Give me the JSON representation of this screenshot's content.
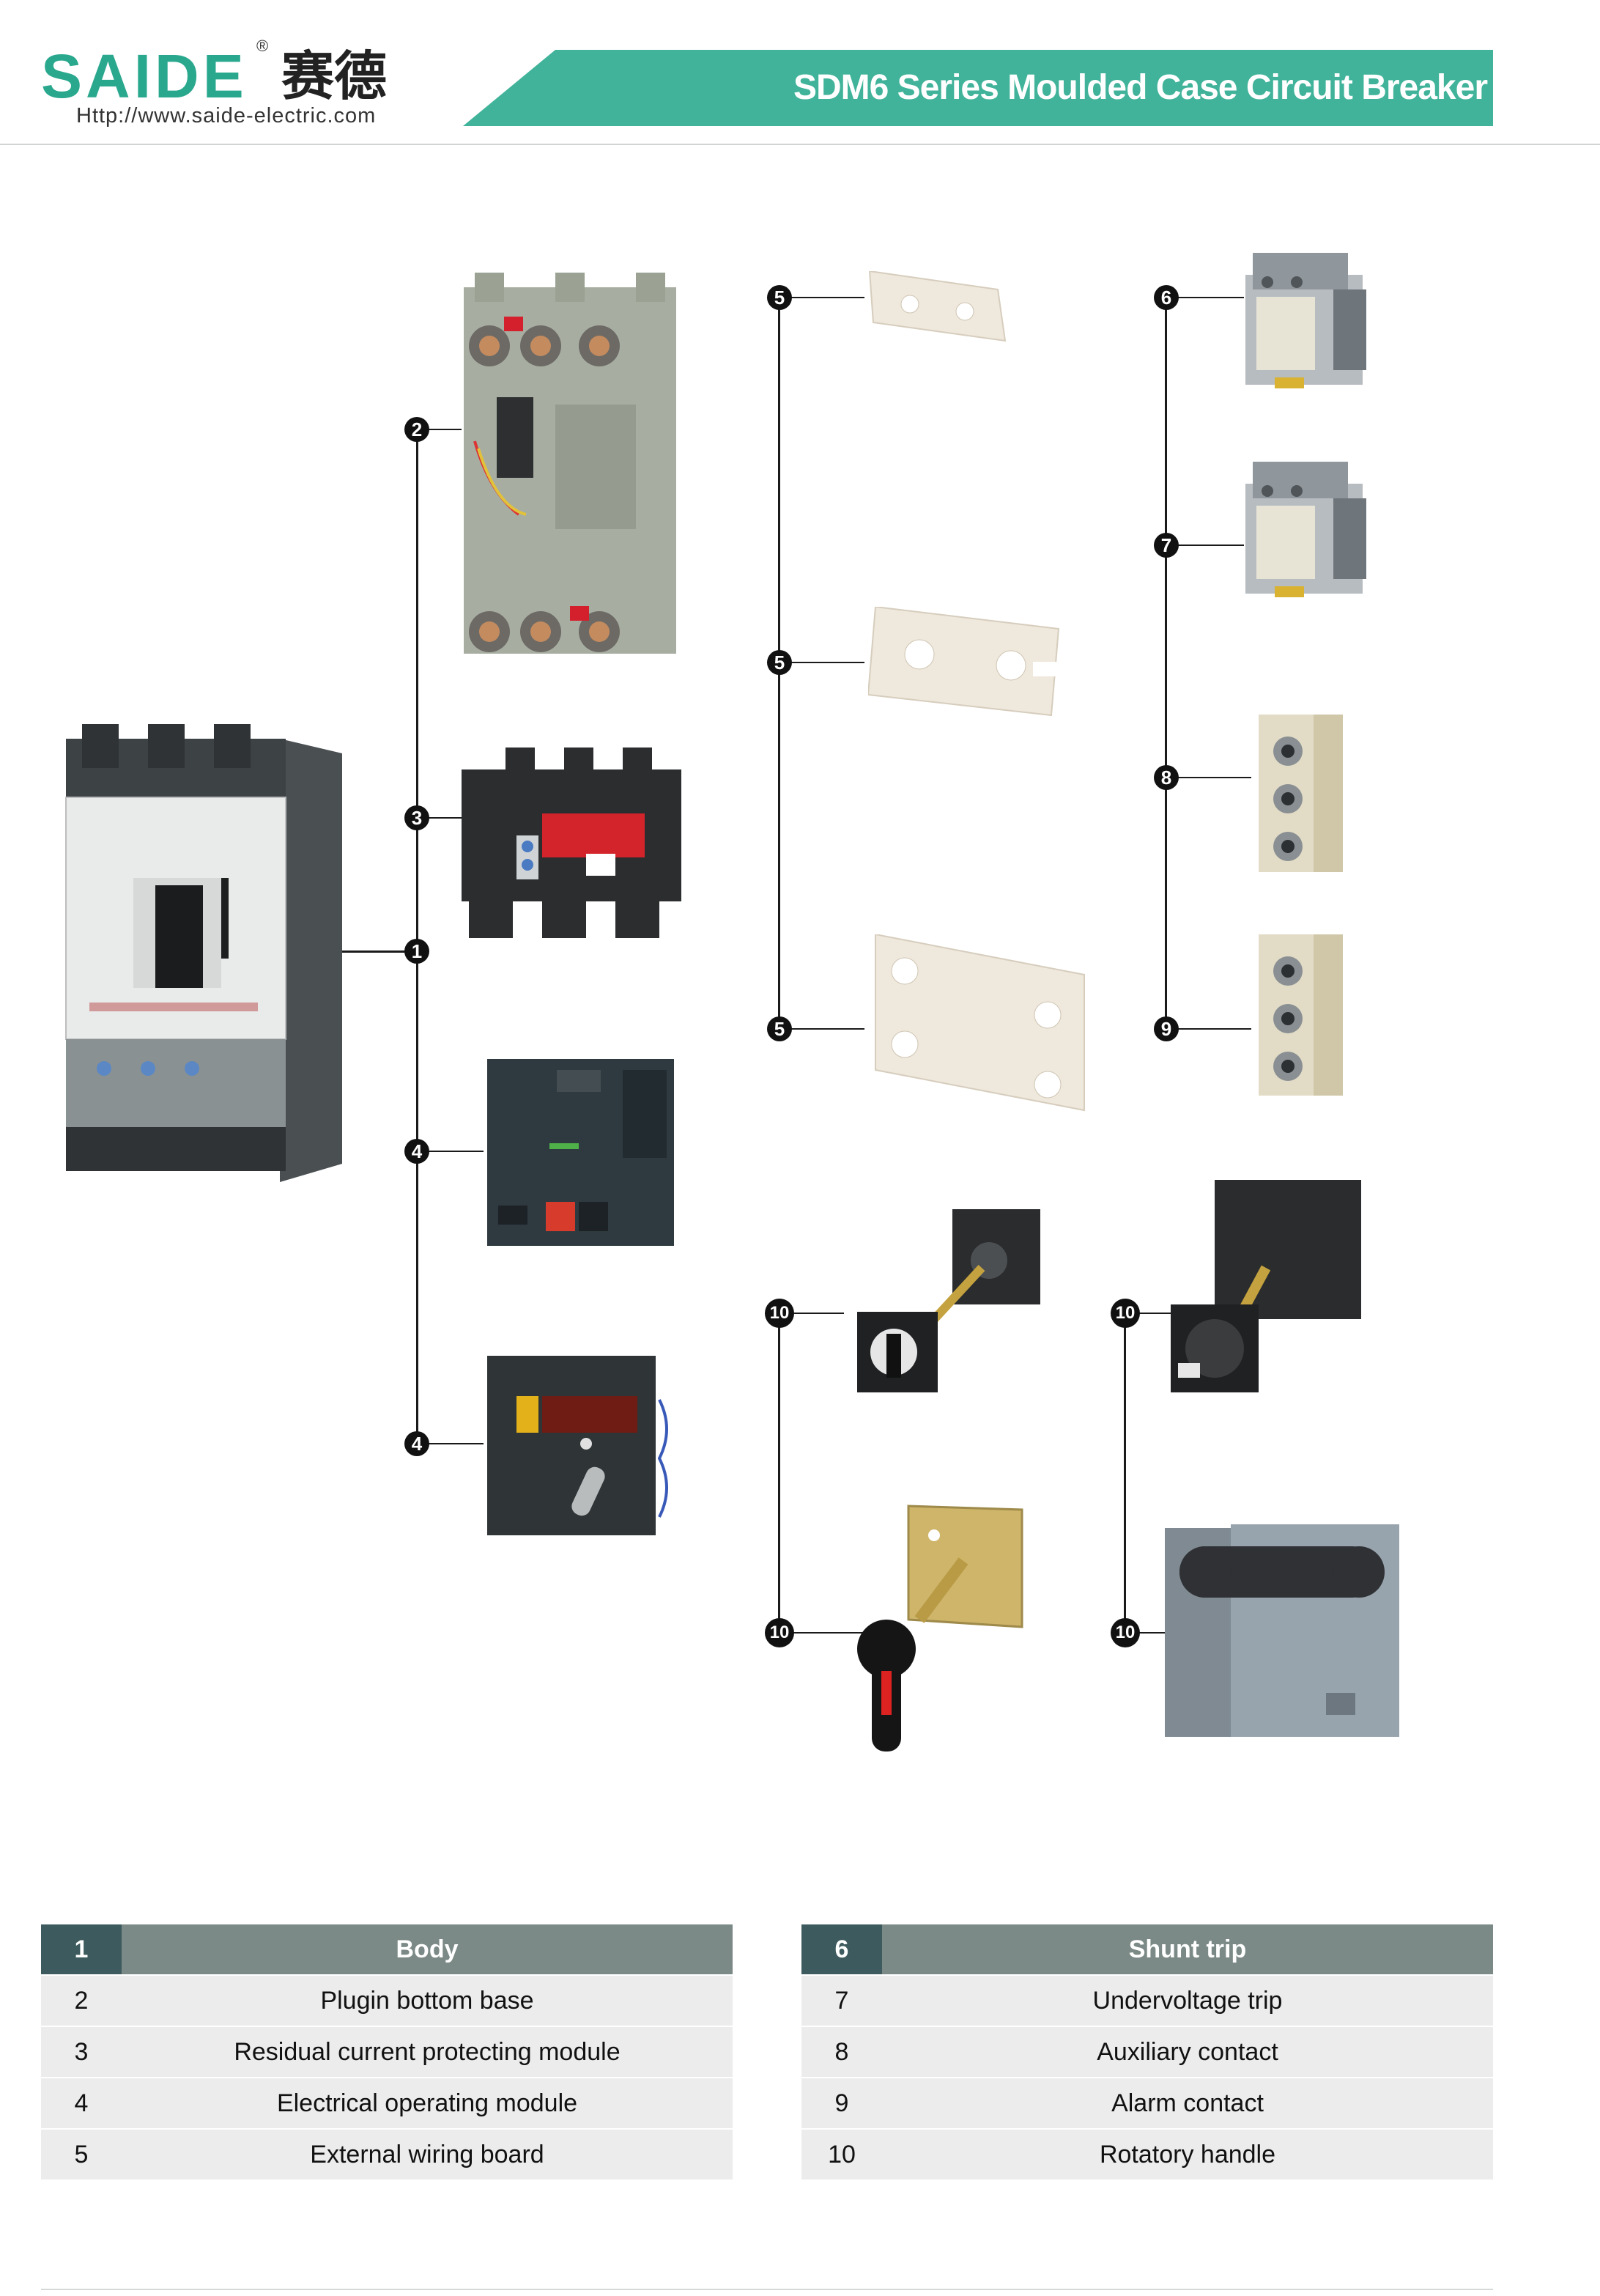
{
  "header": {
    "brand": "SAIDE",
    "brand_mark": "®",
    "brand_cn": "赛德",
    "url": "Http://www.saide-electric.com",
    "title": "SDM6  Series Moulded Case Circuit Breaker"
  },
  "colors": {
    "accent": "#41b39a",
    "logo": "#2aa88e",
    "table_head_num": "#3d5a5e",
    "table_head_name": "#7b8a86",
    "table_row": "#ececec"
  },
  "callouts": [
    "1",
    "2",
    "3",
    "4",
    "4",
    "5",
    "5",
    "5",
    "6",
    "7",
    "8",
    "9",
    "10",
    "10",
    "10",
    "10"
  ],
  "parts_left": [
    {
      "num": "1",
      "name": "Body"
    },
    {
      "num": "2",
      "name": "Plugin  bottom base"
    },
    {
      "num": "3",
      "name": "Residual current protecting module"
    },
    {
      "num": "4",
      "name": "Electrical operating module"
    },
    {
      "num": "5",
      "name": "External wiring board"
    }
  ],
  "parts_right": [
    {
      "num": "6",
      "name": "Shunt trip"
    },
    {
      "num": "7",
      "name": "Undervoltage  trip"
    },
    {
      "num": "8",
      "name": "Auxiliary contact"
    },
    {
      "num": "9",
      "name": "Alarm contact"
    },
    {
      "num": "10",
      "name": "Rotatory handle"
    }
  ]
}
